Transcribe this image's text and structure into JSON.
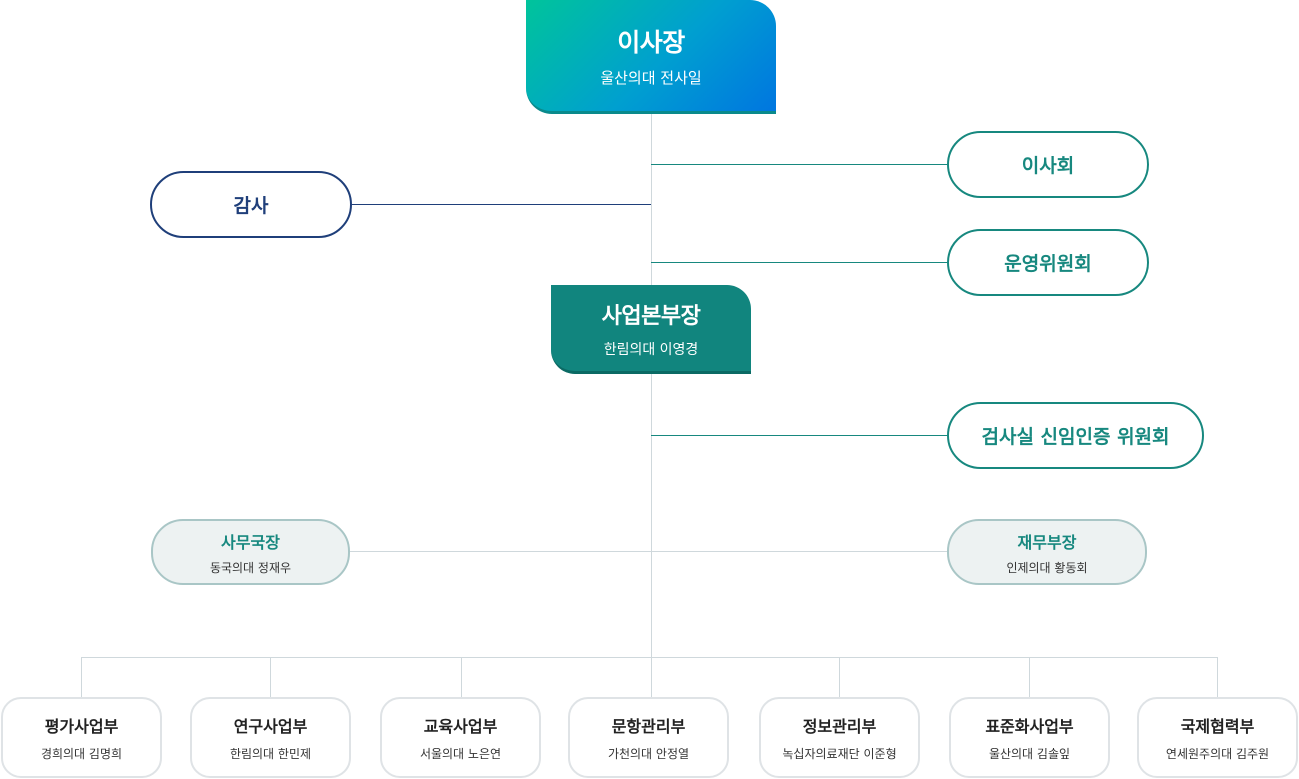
{
  "chairman": {
    "title": "이사장",
    "name": "울산의대 전사일"
  },
  "audit": {
    "label": "감사"
  },
  "board": {
    "label": "이사회"
  },
  "operating_committee": {
    "label": "운영위원회"
  },
  "business_hq": {
    "title": "사업본부장",
    "name": "한림의대 이영경"
  },
  "lab_accreditation_committee": {
    "label": "검사실 신임인증 위원회"
  },
  "secretary_general": {
    "title": "사무국장",
    "name": "동국의대 정재우"
  },
  "finance_director": {
    "title": "재무부장",
    "name": "인제의대 황동회"
  },
  "departments": [
    {
      "title": "평가사업부",
      "name": "경희의대 김명희"
    },
    {
      "title": "연구사업부",
      "name": "한림의대 한민제"
    },
    {
      "title": "교육사업부",
      "name": "서울의대 노은연"
    },
    {
      "title": "문항관리부",
      "name": "가천의대 안정열"
    },
    {
      "title": "정보관리부",
      "name": "녹십자의료재단 이준형"
    },
    {
      "title": "표준화사업부",
      "name": "울산의대 김솔잎"
    },
    {
      "title": "국제협력부",
      "name": "연세원주의대 김주원"
    }
  ],
  "colors": {
    "teal": "#17887f",
    "navy": "#1f3f7a",
    "gradient_start": "#00c49b",
    "gradient_end": "#0076e0"
  }
}
